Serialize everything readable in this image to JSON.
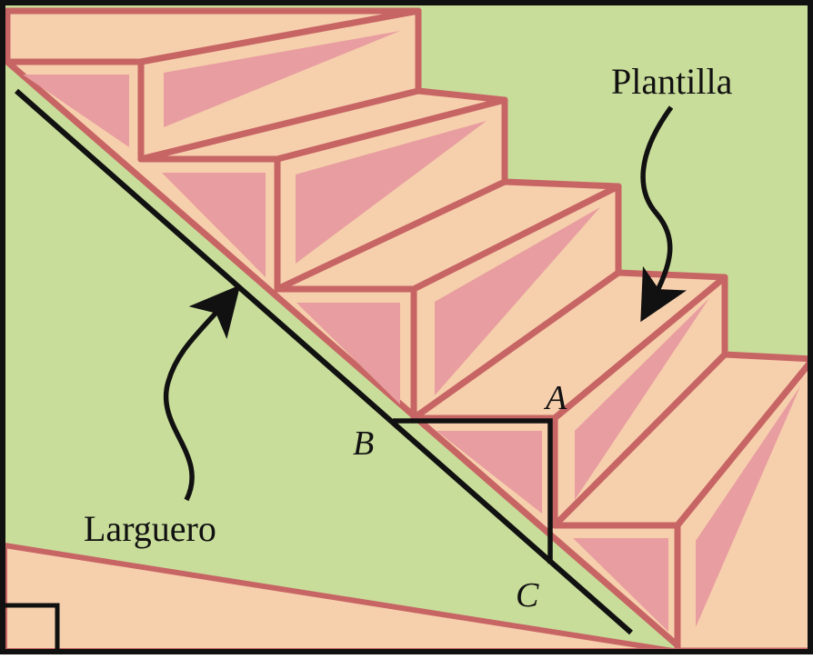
{
  "labels": {
    "plantilla": "Plantilla",
    "larguero": "Larguero",
    "point_a": "A",
    "point_b": "B",
    "point_c": "C"
  },
  "colors": {
    "background": "#c9dd9a",
    "ground": "#f6cfac",
    "step_face": "#f6cfac",
    "step_shade": "#e89da0",
    "step_edge": "#c76565",
    "stringer_line": "#111111",
    "frame": "#111111"
  }
}
